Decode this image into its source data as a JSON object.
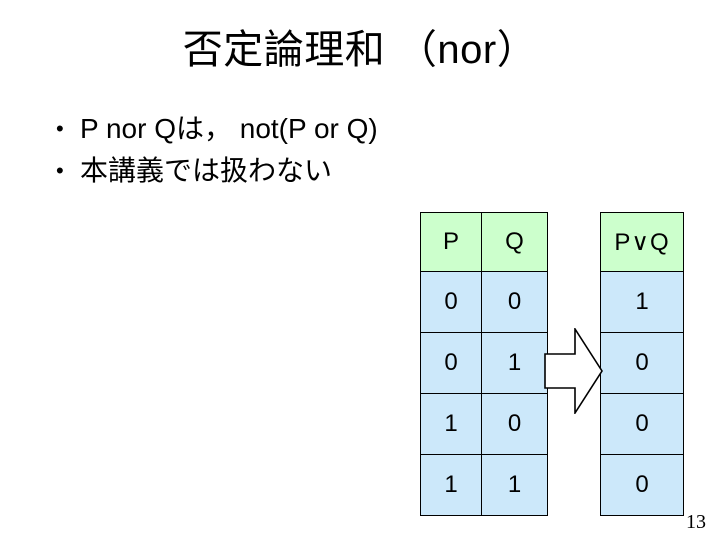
{
  "slide": {
    "title": "否定論理和 （nor）",
    "page_number": "13",
    "bullet_marker": "•",
    "bullets": [
      {
        "text": "P nor Qは， not(P or Q)"
      },
      {
        "text": "本講義では扱わない"
      }
    ]
  },
  "truth_table": {
    "headers": {
      "p": "P",
      "q": "Q",
      "result": "P∨Q"
    },
    "rows": [
      {
        "p": "0",
        "q": "0",
        "result": "1"
      },
      {
        "p": "0",
        "q": "1",
        "result": "0"
      },
      {
        "p": "1",
        "q": "0",
        "result": "0"
      },
      {
        "p": "1",
        "q": "1",
        "result": "0"
      }
    ],
    "colors": {
      "header_fill": "#ccffcc",
      "cell_fill": "#cce8fa",
      "border": "#000000"
    }
  },
  "arrow": {
    "name": "right-block-arrow",
    "fill": "#ffffff",
    "stroke": "#000000"
  }
}
